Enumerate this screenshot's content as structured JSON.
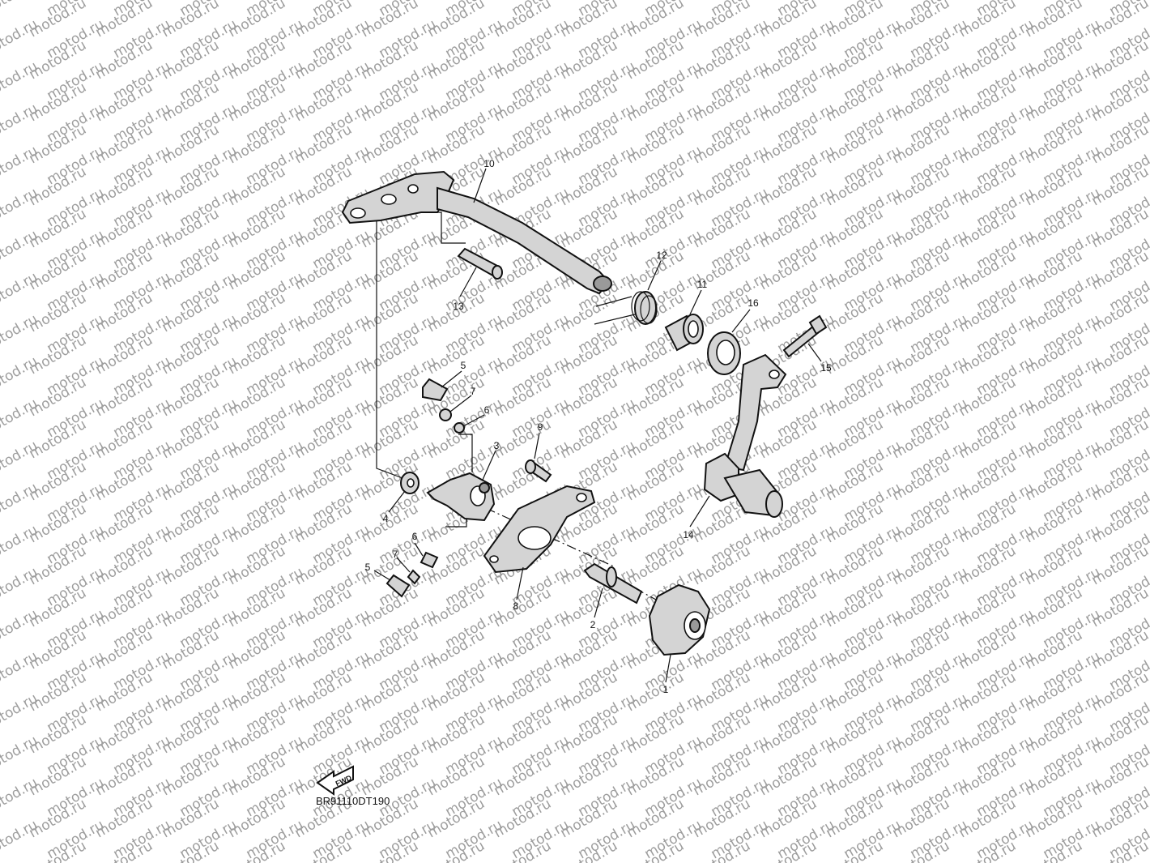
{
  "watermark": {
    "text": "motod.ru",
    "color": "#9d9d9d"
  },
  "diagram_code": "BR91110DT190",
  "front_arrow_label": "FWD",
  "callouts": {
    "c1": "1",
    "c2": "2",
    "c3": "3",
    "c4": "4",
    "c5a": "5",
    "c5b": "5",
    "c6a": "6",
    "c6b": "6",
    "c7a": "7",
    "c7b": "7",
    "c8": "8",
    "c9": "9",
    "c10": "10",
    "c11": "11",
    "c12": "12",
    "c13": "13",
    "c14": "14",
    "c15": "15",
    "c16": "16"
  },
  "colors": {
    "part_fill": "#d4d4d4",
    "line": "#111111"
  }
}
